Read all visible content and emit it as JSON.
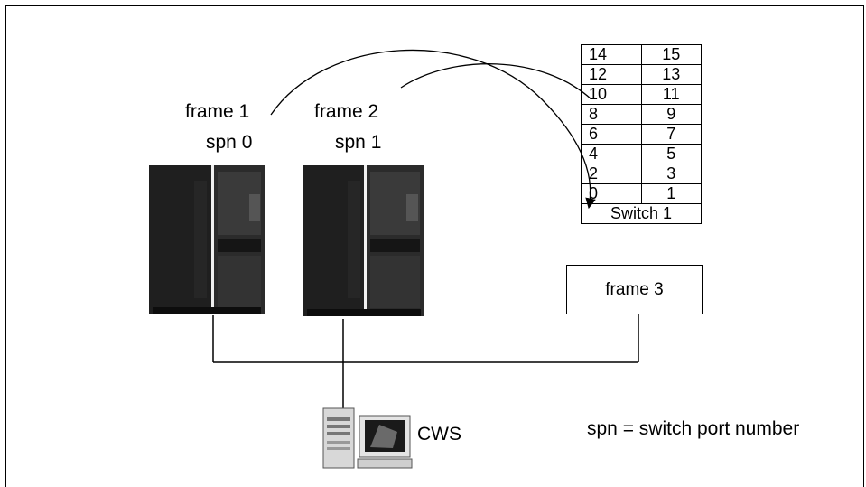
{
  "frames": {
    "frame1_label": "frame 1",
    "frame1_spn": "spn 0",
    "frame2_label": "frame 2",
    "frame2_spn": "spn 1",
    "frame3_label": "frame 3"
  },
  "switch": {
    "rows": [
      [
        "14",
        "15"
      ],
      [
        "12",
        "13"
      ],
      [
        "10",
        "11"
      ],
      [
        "8",
        "9"
      ],
      [
        "6",
        "7"
      ],
      [
        "4",
        "5"
      ],
      [
        "2",
        "3"
      ],
      [
        "0",
        "1"
      ]
    ],
    "name": "Switch 1"
  },
  "cws_label": "CWS",
  "legend": "spn = switch port number"
}
